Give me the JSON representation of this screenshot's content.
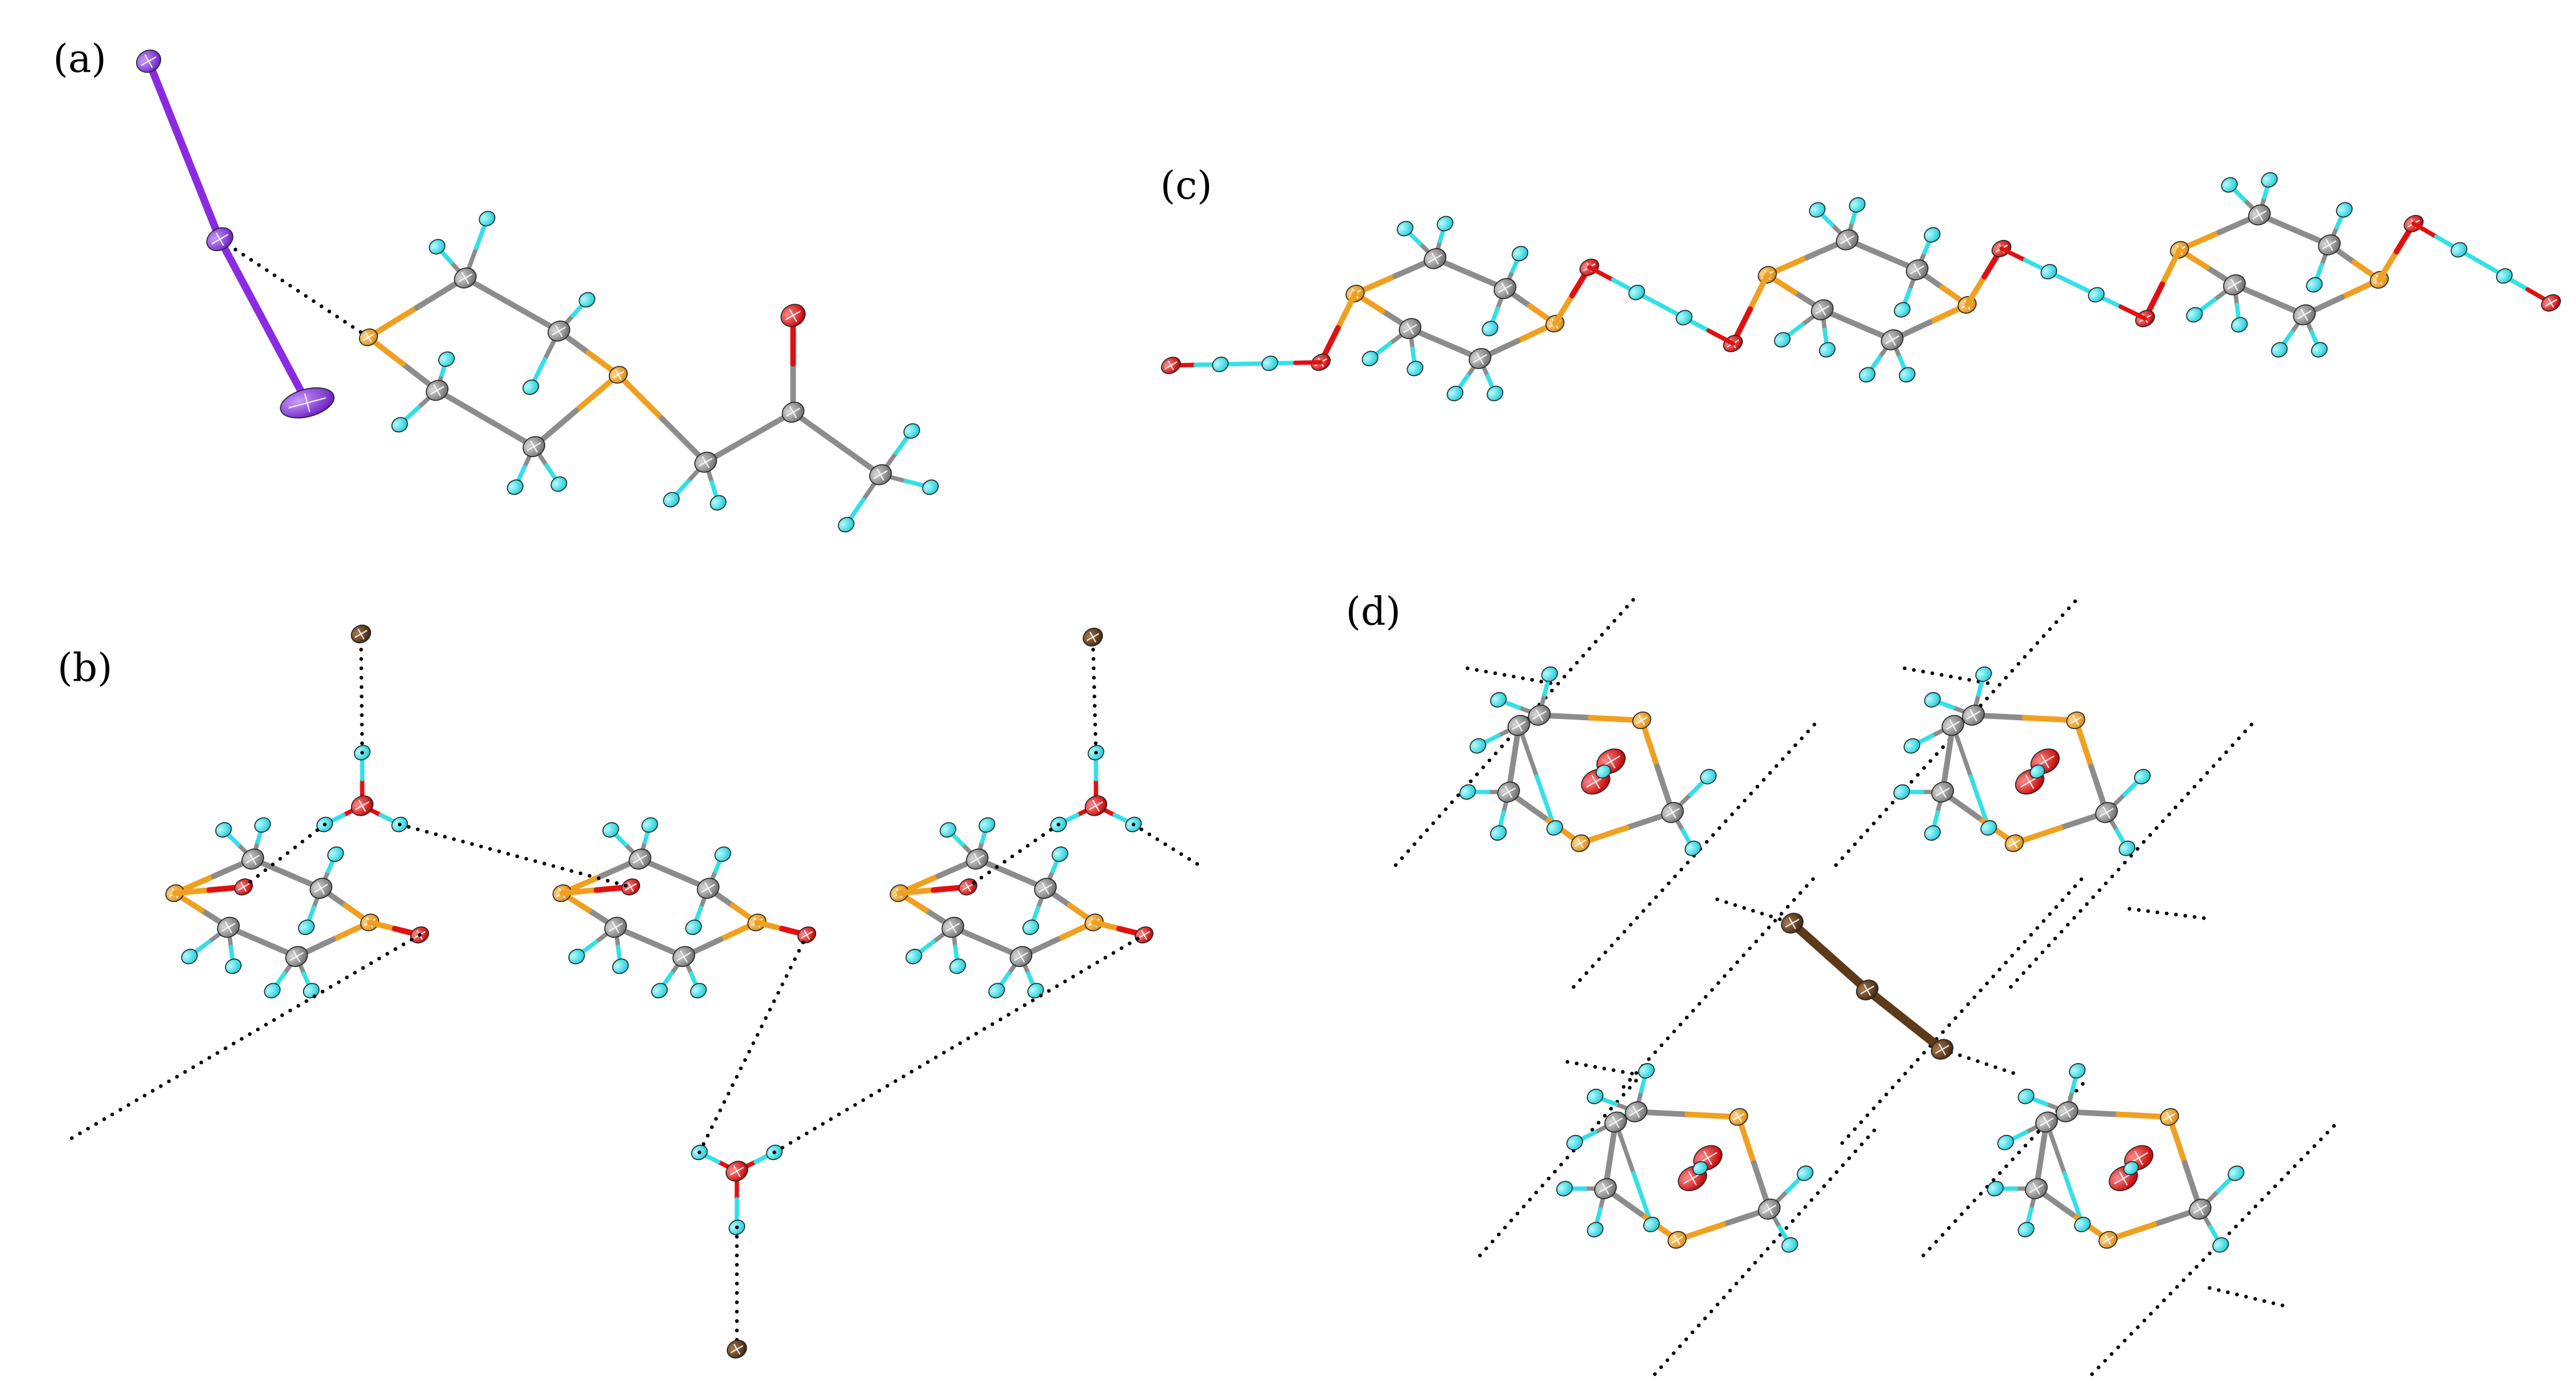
{
  "panels": [
    {
      "id": "a",
      "label": "(a)"
    },
    {
      "id": "b",
      "label": "(b)"
    },
    {
      "id": "c",
      "label": "(c)"
    },
    {
      "id": "d",
      "label": "(d)"
    }
  ],
  "colors": {
    "carbon": "#8c8c8c",
    "hydrogen": "#33e0e8",
    "sulfur": "#f0a020",
    "oxygen": "#e01010",
    "iodine": "#8a2be2",
    "bromine": "#5c3a1a",
    "contact": "#000000",
    "background": "#ffffff"
  }
}
